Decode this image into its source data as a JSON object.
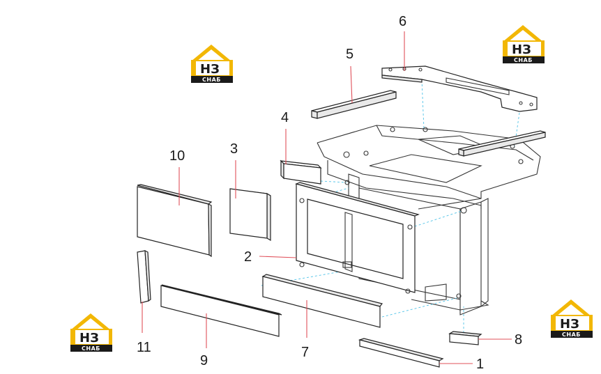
{
  "diagram": {
    "callouts": [
      {
        "id": "1",
        "label": "1"
      },
      {
        "id": "2",
        "label": "2"
      },
      {
        "id": "3",
        "label": "3"
      },
      {
        "id": "4",
        "label": "4"
      },
      {
        "id": "5",
        "label": "5"
      },
      {
        "id": "6",
        "label": "6"
      },
      {
        "id": "7",
        "label": "7"
      },
      {
        "id": "8",
        "label": "8"
      },
      {
        "id": "9",
        "label": "9"
      },
      {
        "id": "10",
        "label": "10"
      },
      {
        "id": "11",
        "label": "11"
      }
    ]
  },
  "watermark": {
    "letters": "НЗ",
    "subtitle": "СНАБ",
    "colors": {
      "roof": "#f2b705",
      "body": "#1a1a1a",
      "plate": "#ffffff"
    }
  },
  "colors": {
    "leader": "#e0505a",
    "guide": "#4fc3e8",
    "line": "#222222"
  }
}
